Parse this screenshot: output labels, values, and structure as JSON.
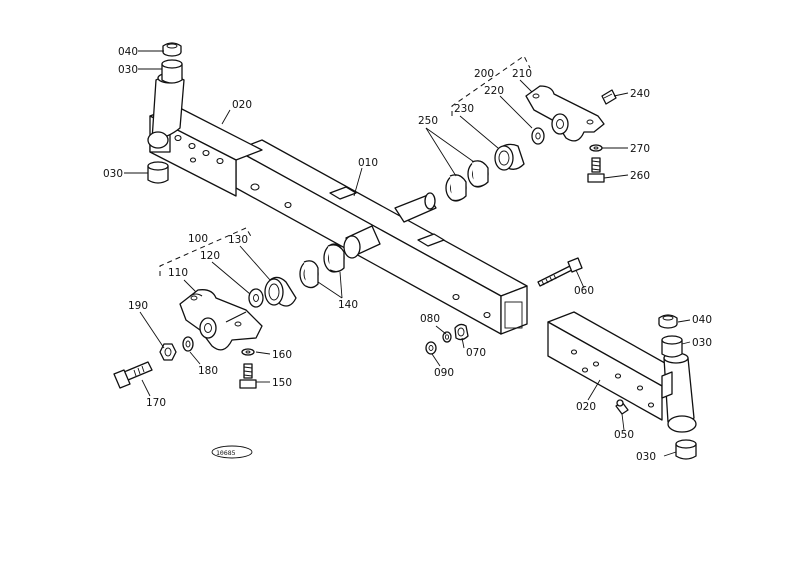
{
  "labels": {
    "p010": "010",
    "p020_left": "020",
    "p020_right": "020",
    "p030_left_top": "030",
    "p030_left_bottom": "030",
    "p030_right_top": "030",
    "p030_right_bottom": "030",
    "p040_left": "040",
    "p040_right": "040",
    "p050": "050",
    "p060": "060",
    "p070": "070",
    "p080": "080",
    "p090": "090",
    "p100": "100",
    "p110": "110",
    "p120": "120",
    "p130": "130",
    "p140": "140",
    "p150": "150",
    "p160": "160",
    "p170": "170",
    "p180": "180",
    "p190": "190",
    "p200": "200",
    "p210": "210",
    "p220": "220",
    "p230": "230",
    "p240": "240",
    "p250": "250",
    "p260": "260",
    "p270": "270"
  },
  "stamp": "10685"
}
